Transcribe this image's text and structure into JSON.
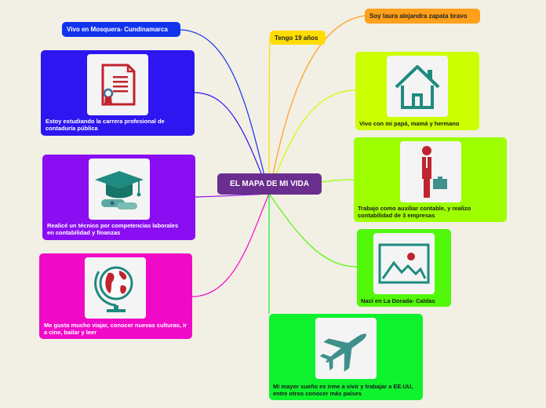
{
  "central": {
    "title": "EL MAPA DE MI VIDA",
    "color": "#6a2e8f"
  },
  "topics": {
    "mosquera": {
      "text": "Vivo en Mosquera- Cundinamarca",
      "color": "#1133ee"
    },
    "edad": {
      "text": "Tengo 19 años",
      "color": "#ffdd00"
    },
    "nombre": {
      "text": "Soy laura alejandra zapata bravo",
      "color": "#ff9f1a"
    },
    "estudio": {
      "text": "Estoy estudiando la carrera profesional de contaduría pública",
      "color": "#2d16ef",
      "icon": "certificate-icon"
    },
    "tecnico": {
      "text": "Realicé un técnico por competencias laborales en contabilidad y finanzas",
      "color": "#8b0df2",
      "icon": "graduation-cap-icon"
    },
    "viajar": {
      "text": "Me gusta mucho viajar, conocer nuevas culturas, ir a cine, bailar y leer",
      "color": "#f00ac8",
      "icon": "globe-icon"
    },
    "familia": {
      "text": "Vivo con mi papá, mamá y hermano",
      "color": "#ccff00",
      "icon": "house-icon"
    },
    "trabajo": {
      "text": "Trabajo como auxiliar contable, y realizo contabilidad de 3 empresas",
      "color": "#9dff00",
      "icon": "businessman-icon"
    },
    "nacimiento": {
      "text": "Nací en La Dorada- Caldas",
      "color": "#52f80a",
      "icon": "picture-icon"
    },
    "sueno": {
      "text": "Mi mayor sueño es irme a vivir y trabajar a EE.UU, entre otros conocer más países",
      "color": "#0ff22e",
      "icon": "airplane-icon"
    }
  }
}
